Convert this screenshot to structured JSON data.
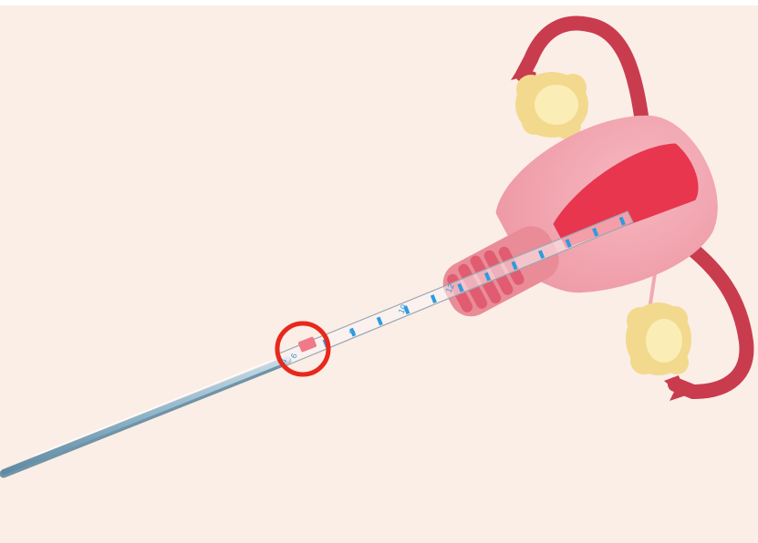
{
  "colors": {
    "background": "#fbeee6",
    "tube_red": "#c93c4e",
    "uterus_body": "#f3a6b0",
    "uterus_shade": "#e98c98",
    "cavity": "#e8364f",
    "ovary_outer": "#f3d98d",
    "ovary_inner": "#fbedb6",
    "cervix_ridges": "#e15c70",
    "catheter_outline": "#9aa7b1",
    "rod_blue": "#8fb4c8",
    "depth_mark_blue": "#2d9be0",
    "highlight_circle": "#e8281d",
    "marker_pink": "#f07a8a"
  },
  "icons": [
    "uterus-anatomy",
    "ovary-icon",
    "fallopian-tube",
    "embryo-transfer-catheter",
    "depth-marker-circle"
  ],
  "catheter": {
    "scale_labels": [
      "4",
      "6",
      "8",
      "10",
      "12"
    ]
  }
}
